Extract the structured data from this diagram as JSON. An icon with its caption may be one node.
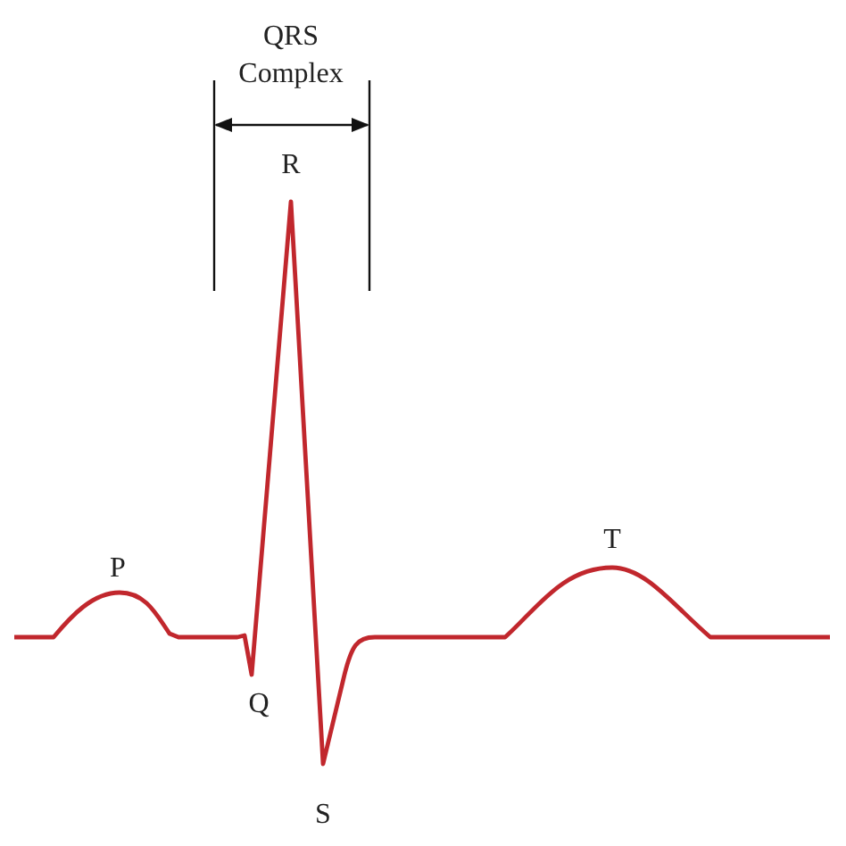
{
  "diagram": {
    "labels": [
      "QRS Complex",
      "R",
      "P",
      "T",
      "Q",
      "S"
    ]
  }
}
